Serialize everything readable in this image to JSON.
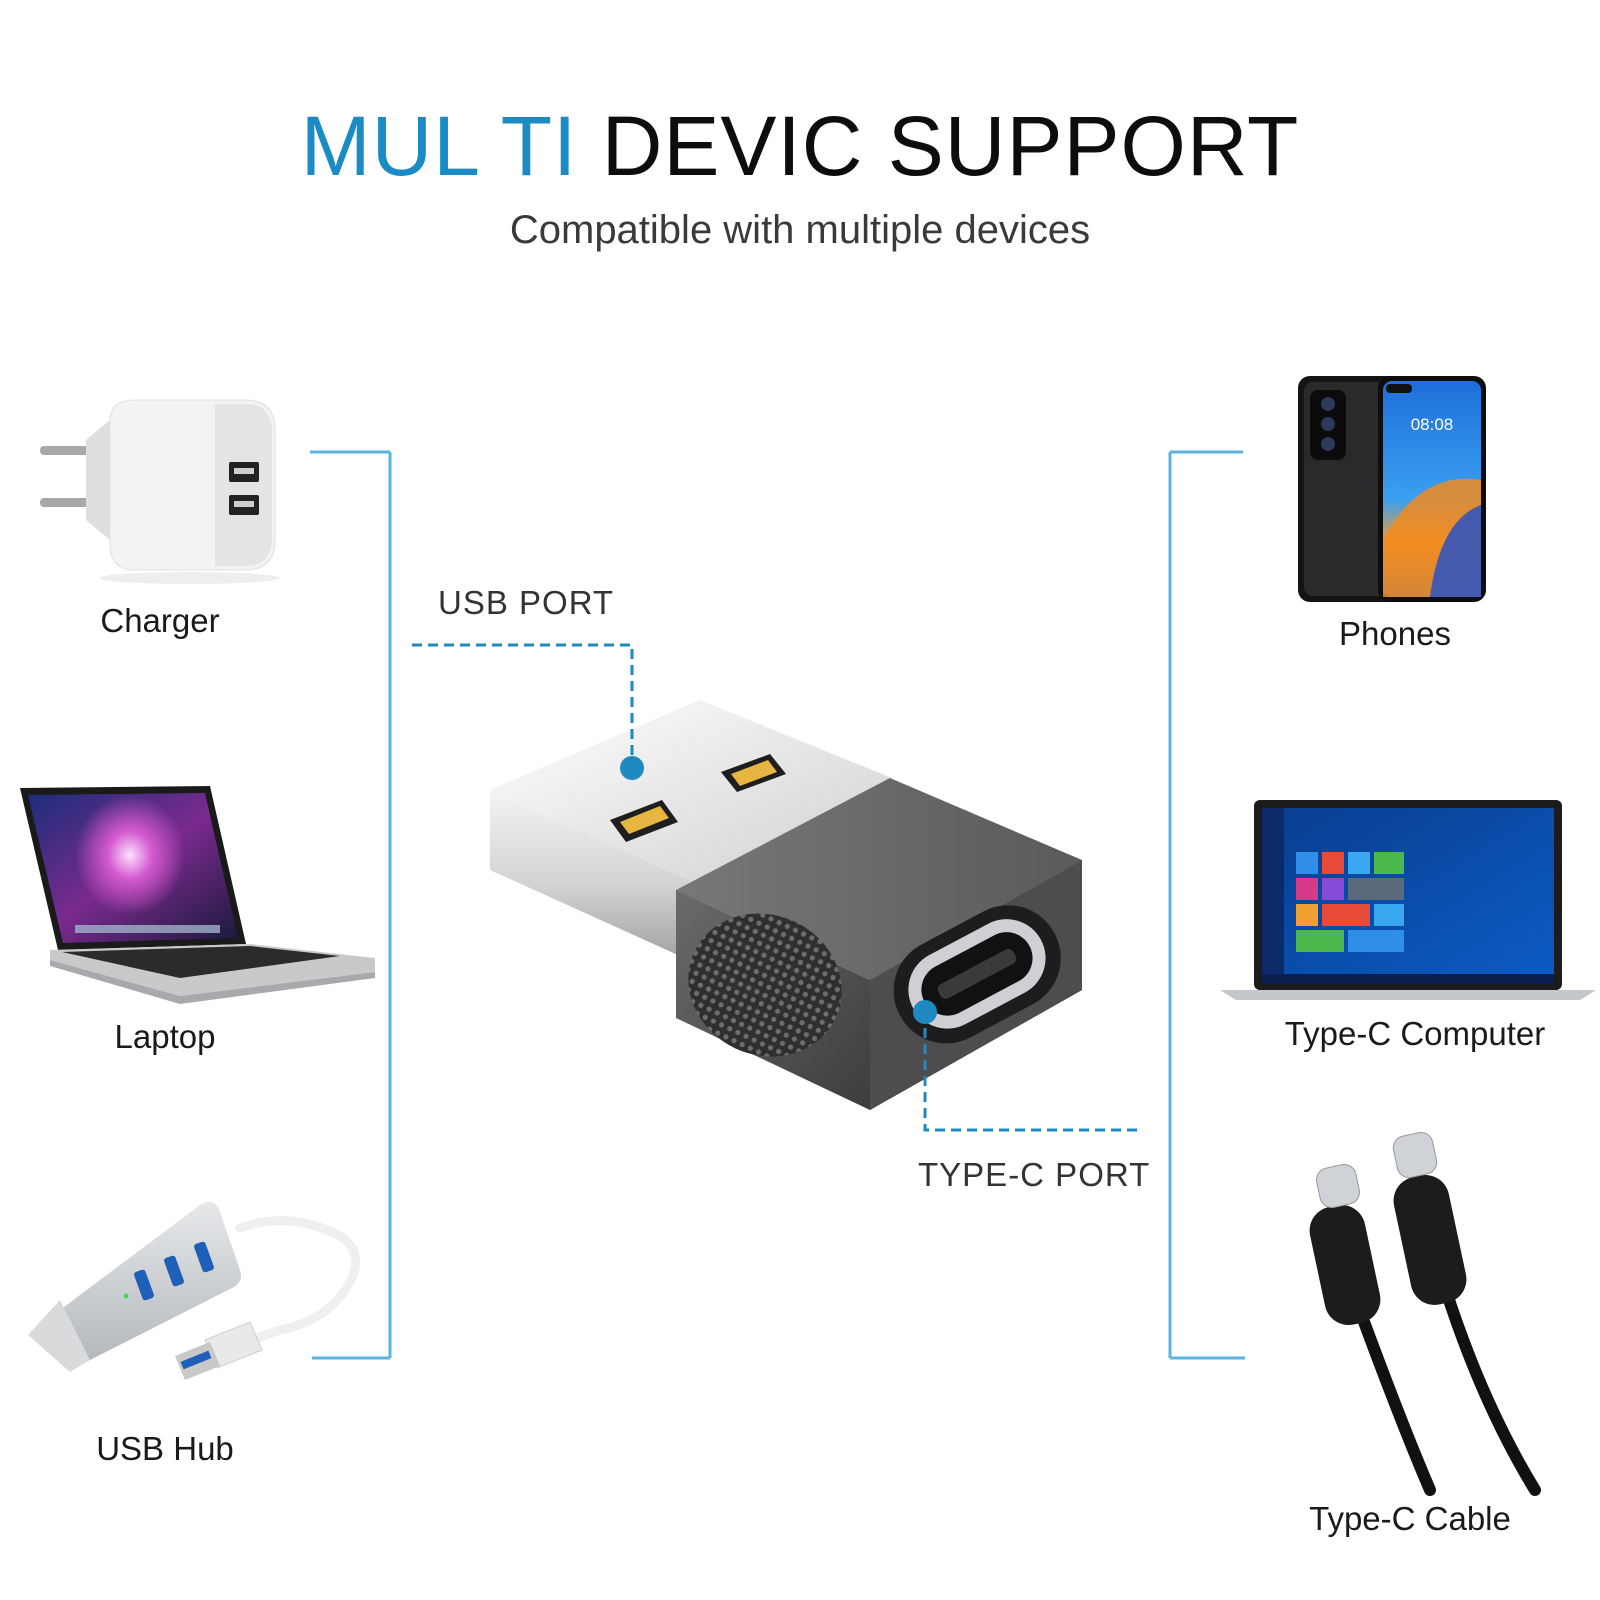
{
  "header": {
    "title_accent": "MUL TI",
    "title_rest": "DEVIC SUPPORT",
    "subtitle": "Compatible with multiple devices"
  },
  "ports": {
    "usb_label": "USB PORT",
    "typec_label": "TYPE-C PORT"
  },
  "left_devices": [
    {
      "label": "Charger",
      "icon": "wall-charger-icon"
    },
    {
      "label": "Laptop",
      "icon": "laptop-icon"
    },
    {
      "label": "USB Hub",
      "icon": "usb-hub-icon"
    }
  ],
  "right_devices": [
    {
      "label": "Phones",
      "icon": "smartphone-icon"
    },
    {
      "label": "Type-C Computer",
      "icon": "notebook-computer-icon"
    },
    {
      "label": "Type-C Cable",
      "icon": "type-c-cable-icon"
    }
  ],
  "phone_screen": {
    "time": "08:08"
  },
  "colors": {
    "accent": "#1a8bc4",
    "bracket": "#5ab4de",
    "adapter_body": "#4a4a4c"
  }
}
